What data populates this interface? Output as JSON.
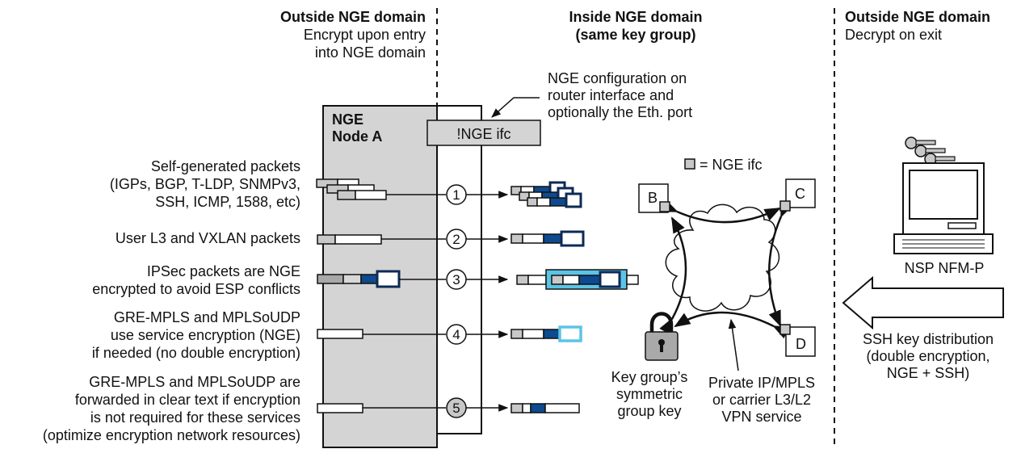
{
  "domains": {
    "left": {
      "title": "Outside NGE domain",
      "sub": [
        "Encrypt upon entry",
        "into NGE domain"
      ]
    },
    "middle": {
      "title": [
        "Inside NGE domain",
        "(same key group)"
      ]
    },
    "right": {
      "title": "Outside NGE domain",
      "sub": "Decrypt on exit"
    }
  },
  "node": {
    "label": [
      "NGE",
      "Node A"
    ],
    "ifc_label": "!NGE ifc"
  },
  "config_note": [
    "NGE configuration on",
    "router interface and",
    "optionally the Eth. port"
  ],
  "packet_types": [
    {
      "num": "1",
      "lines": [
        "Self-generated packets",
        "(IGPs, BGP, T-LDP, SNMPv3,",
        "SSH, ICMP, 1588, etc)"
      ]
    },
    {
      "num": "2",
      "lines": [
        "User L3 and VXLAN packets"
      ]
    },
    {
      "num": "3",
      "lines": [
        "IPSec packets are NGE",
        "encrypted to avoid ESP conflicts"
      ]
    },
    {
      "num": "4",
      "lines": [
        "GRE-MPLS and MPLSoUDP",
        "use service encryption (NGE)",
        "if needed (no double encryption)"
      ]
    },
    {
      "num": "5",
      "lines": [
        "GRE-MPLS and MPLSoUDP are",
        "forwarded in clear text if encryption",
        "is not required for these services",
        "(optimize encryption network resources)"
      ]
    }
  ],
  "legend": "= NGE ifc",
  "routers": [
    "B",
    "C",
    "D"
  ],
  "lock_label": [
    "Key group’s",
    "symmetric",
    "group key"
  ],
  "network_label": [
    "Private IP/MPLS",
    "or carrier L3/L2",
    "VPN service"
  ],
  "nsp_label": "NSP NFM-P",
  "ssh_label": [
    "SSH key distribution",
    "(double encryption,",
    "NGE + SSH)"
  ],
  "colors": {
    "node_fill": "#d4d4d4",
    "dark_blue": "#0d4a8f",
    "light_blue": "#5bc4e6",
    "gray_cell": "#c8c8c8"
  }
}
